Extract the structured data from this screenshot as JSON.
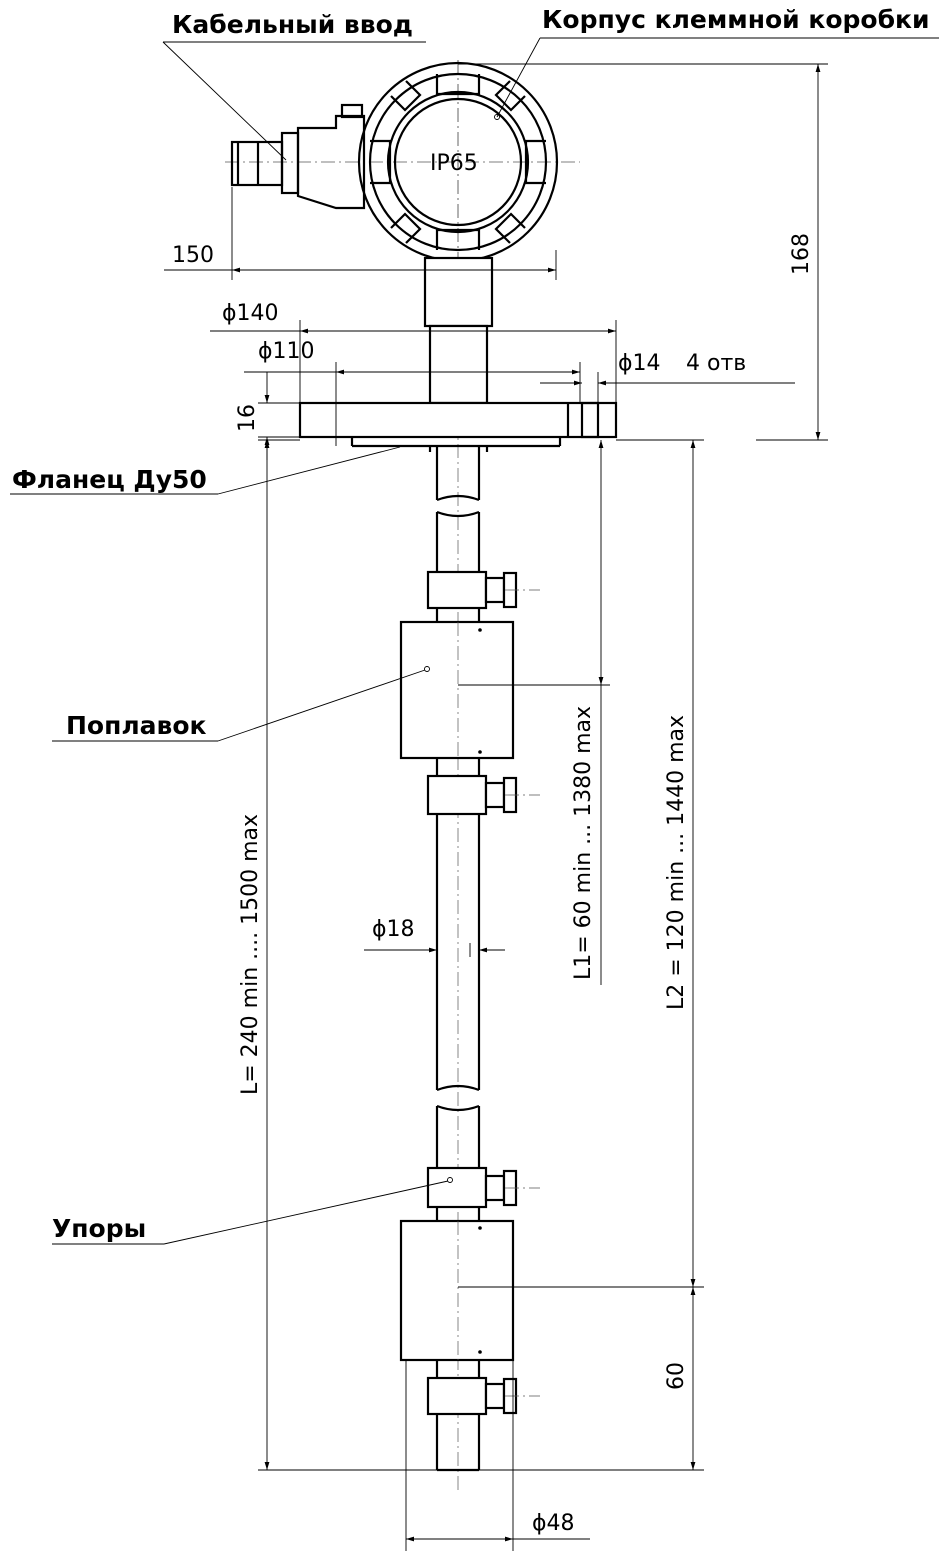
{
  "labels": {
    "cable_entry": "Кабельный ввод",
    "terminal_box": "Корпус клеммной коробки",
    "flange": "Фланец Ду50",
    "float": "Поплавок",
    "stops": "Упоры",
    "ip_rating": "IP65"
  },
  "dimensions": {
    "width_150": "150",
    "height_168": "168",
    "dia_140": "ϕ140",
    "dia_110": "ϕ110",
    "dia_14": "ϕ14",
    "holes": "4 отв",
    "thickness_16": "16",
    "l_total": "L= 240 min .... 1500 max",
    "l1": "L1= 60 min ... 1380 max",
    "l2": "L2 = 120 min ... 1440 max",
    "dia_18": "ϕ18",
    "end_60": "60",
    "dia_48": "ϕ48"
  }
}
